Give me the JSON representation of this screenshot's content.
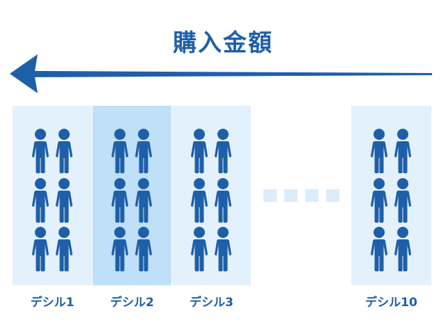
{
  "title": "購入金額",
  "deciles": [
    {
      "label": "デシル1",
      "highlight": false
    },
    {
      "label": "デシル2",
      "highlight": true
    },
    {
      "label": "デシル3",
      "highlight": false
    },
    {
      "label": "デシル10",
      "highlight": false
    }
  ],
  "people_per_decile": 6,
  "ellipsis_squares": 4,
  "arrow_direction": "left",
  "colors": {
    "primary": "#1f5fa8",
    "column_bg": "#e3f1fc",
    "column_highlight": "#bfe0f8",
    "dots": "#dcecfa",
    "label": "#1f5fa8"
  }
}
